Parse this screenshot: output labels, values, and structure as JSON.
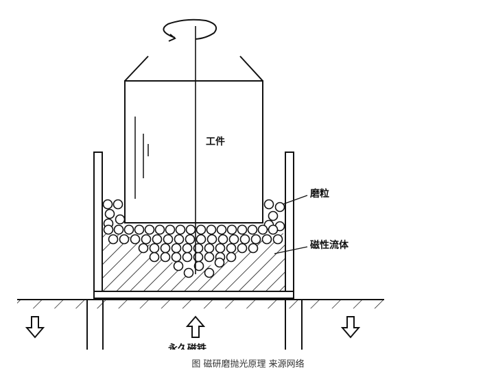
{
  "diagram": {
    "labels": {
      "workpiece": "工件",
      "abrasive": "磨粒",
      "magnetic_fluid": "磁性流体",
      "permanent_magnet": "永久磁铁"
    },
    "icons": [
      "rotation-arrow-icon",
      "arrow-down-icon",
      "arrow-up-icon"
    ]
  },
  "caption": "图 磁研磨抛光原理  来源网络"
}
